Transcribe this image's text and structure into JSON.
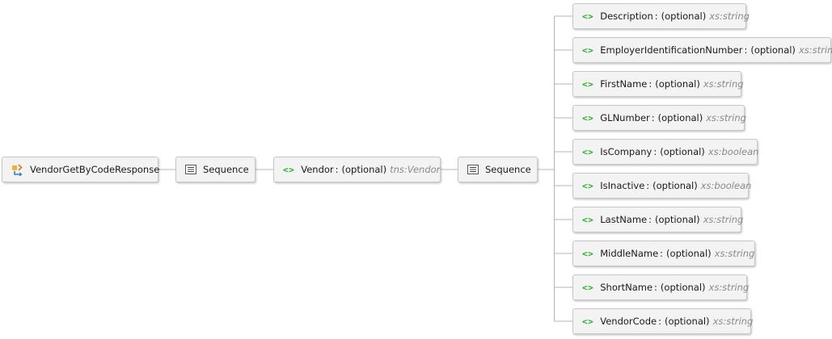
{
  "root": {
    "label": "VendorGetByCodeResponse",
    "icon": "element-root-icon"
  },
  "seq1": {
    "label": "Sequence",
    "icon": "sequence-icon"
  },
  "vendor": {
    "name": "Vendor",
    "sep": ":",
    "optional": "(optional)",
    "type": "tns:Vendor",
    "icon": "element-icon"
  },
  "seq2": {
    "label": "Sequence",
    "icon": "sequence-icon"
  },
  "children": [
    {
      "name": "Description",
      "sep": ":",
      "optional": "(optional)",
      "type": "xs:string"
    },
    {
      "name": "EmployerIdentificationNumber",
      "sep": ":",
      "optional": "(optional)",
      "type": "xs:string"
    },
    {
      "name": "FirstName",
      "sep": ":",
      "optional": "(optional)",
      "type": "xs:string"
    },
    {
      "name": "GLNumber",
      "sep": ":",
      "optional": "(optional)",
      "type": "xs:string"
    },
    {
      "name": "IsCompany",
      "sep": ":",
      "optional": "(optional)",
      "type": "xs:boolean"
    },
    {
      "name": "IsInactive",
      "sep": ":",
      "optional": "(optional)",
      "type": "xs:boolean"
    },
    {
      "name": "LastName",
      "sep": ":",
      "optional": "(optional)",
      "type": "xs:string"
    },
    {
      "name": "MiddleName",
      "sep": ":",
      "optional": "(optional)",
      "type": "xs:string"
    },
    {
      "name": "ShortName",
      "sep": ":",
      "optional": "(optional)",
      "type": "xs:string"
    },
    {
      "name": "VendorCode",
      "sep": ":",
      "optional": "(optional)",
      "type": "xs:string"
    }
  ],
  "colors": {
    "element_icon": "#22b022",
    "type_text": "#8a8a8a",
    "connector": "#b4b4b4",
    "node_bg": "#f3f3f3",
    "node_border": "#c7c7c7"
  }
}
